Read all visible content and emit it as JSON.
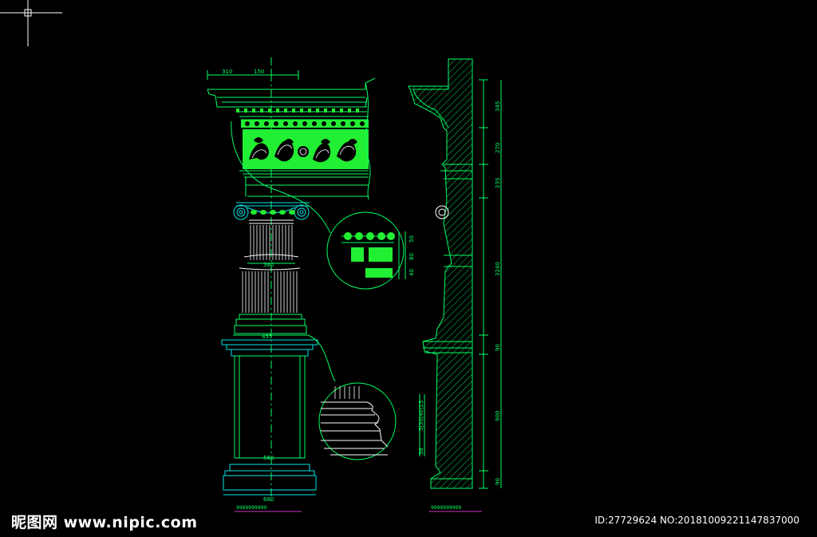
{
  "dims": {
    "top_310": "310",
    "top_150": "150",
    "r_345": "345",
    "r_270": "270",
    "r_235": "235",
    "r_3240": "3240",
    "r_90a": "90",
    "r_900": "900",
    "r_90b": "90",
    "shaft_380": "380",
    "base_455": "455",
    "plinth_560": "560",
    "plinth_680": "680",
    "d1_50": "50",
    "d1_80": "80",
    "d1_40": "40",
    "d2_vals": "5|30|40|15",
    "d2_58": "58"
  },
  "labels": {
    "scale_left": "9999999999",
    "scale_right": "9999999999"
  },
  "watermark": {
    "site": "昵图网 www.nipic.com",
    "id": "ID:27729624 NO:20181009221147837000"
  },
  "colors": {
    "background": "#000000",
    "line": "#00ff66",
    "cyan": "#00e5e5",
    "ornament": "#22ee33",
    "white": "#ffffff",
    "magenta": "#cc33cc"
  }
}
